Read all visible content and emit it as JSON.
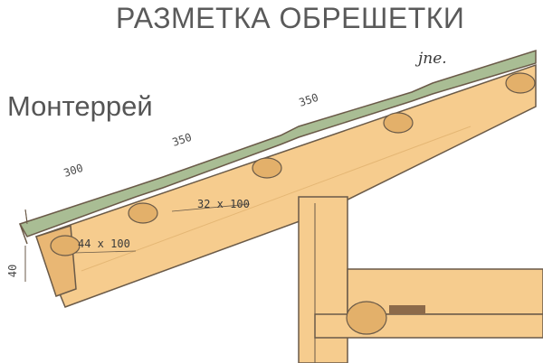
{
  "title": "РАЗМЕТКА ОБРЕШЕТКИ",
  "subtitle": "Монтеррей",
  "signature": "jne.",
  "dimensions": {
    "spacing_1": "300",
    "spacing_2": "350",
    "spacing_3": "350",
    "overhang": "40"
  },
  "lumber": {
    "batten": "32 x 100",
    "eaves_board": "44 x 100"
  },
  "colors": {
    "sheet": "#a9bd94",
    "wood": "#f6cc8e",
    "outline": "#6a5a48"
  }
}
